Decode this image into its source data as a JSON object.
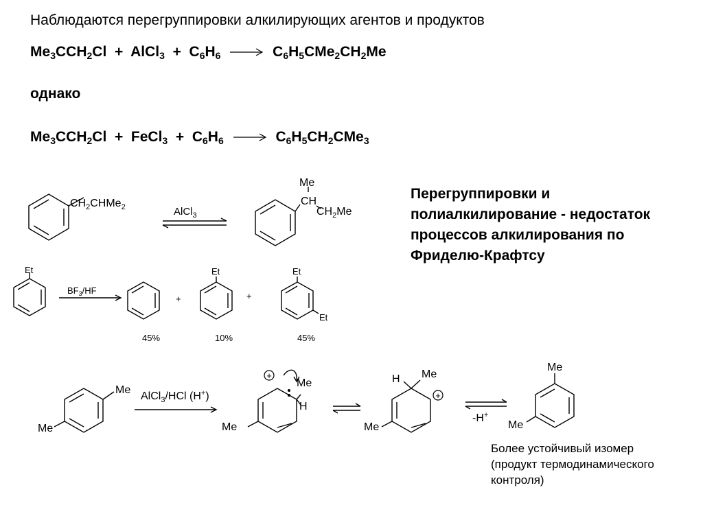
{
  "header": {
    "title": "Наблюдаются перегруппировки алкилирующих агентов и продуктов"
  },
  "equation1": {
    "r1": [
      "Me",
      "3",
      "CCH",
      "2",
      "Cl"
    ],
    "r2": [
      "AlCl",
      "3"
    ],
    "r3": [
      "C",
      "6",
      "H",
      "6"
    ],
    "product": [
      "C",
      "6",
      "H",
      "5",
      "CMe",
      "2",
      "CH",
      "2",
      "Me"
    ],
    "plus": "+"
  },
  "however": "однако",
  "equation2": {
    "r1": [
      "Me",
      "3",
      "CCH",
      "2",
      "Cl"
    ],
    "r2": [
      "FeCl",
      "3"
    ],
    "r3": [
      "C",
      "6",
      "H",
      "6"
    ],
    "product": [
      "C",
      "6",
      "H",
      "5",
      "CH",
      "2",
      "CMe",
      "3"
    ],
    "plus": "+"
  },
  "scheme1": {
    "reactant_sub": [
      "CH",
      "2",
      "CHMe",
      "2"
    ],
    "reagent": [
      "AlCl",
      "3"
    ],
    "product_me": "Me",
    "product_ch": "CH",
    "product_ch2me": [
      "CH",
      "2",
      "Me"
    ]
  },
  "scheme2": {
    "et": "Et",
    "reagent": [
      "BF",
      "3",
      "/HF"
    ],
    "plus": "+",
    "yields": [
      "45%",
      "10%",
      "45%"
    ]
  },
  "scheme3": {
    "me": "Me",
    "reagent": [
      "AlCl",
      "3",
      "/HCl (H",
      "+",
      ")"
    ],
    "h": "H",
    "plus_charge": "+",
    "deprot": [
      "-H",
      "+"
    ]
  },
  "side_title": "Перегруппировки и полиалкилирование - недостаток процессов алкилирования по Фриделю-Крафтсу",
  "bottom_note": {
    "line1": "Более устойчивый изомер",
    "line2": "(продукт термодинамического",
    "line3": "контроля)"
  }
}
